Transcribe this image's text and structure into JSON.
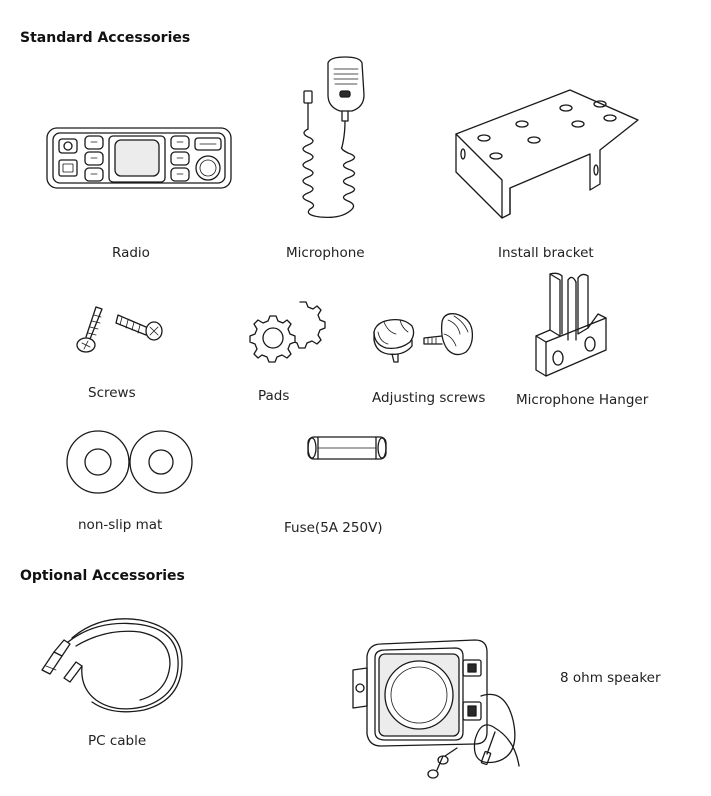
{
  "standard": {
    "heading": "Standard Accessories",
    "items": {
      "radio": "Radio",
      "microphone": "Microphone",
      "bracket": "Install bracket",
      "screws": "Screws",
      "pads": "Pads",
      "adjusting_screws": "Adjusting screws",
      "hanger": "Microphone Hanger",
      "mat": "non-slip mat",
      "fuse": "Fuse(5A 250V)"
    }
  },
  "optional": {
    "heading": "Optional Accessories",
    "items": {
      "pc_cable": "PC cable",
      "speaker": "8 ohm speaker"
    }
  },
  "icons": {
    "radio": "radio-unit-icon",
    "microphone": "handheld-microphone-icon",
    "bracket": "mounting-bracket-icon",
    "screws": "screws-icon",
    "pads": "gear-pads-icon",
    "adjusting_screws": "knob-screws-icon",
    "hanger": "microphone-hanger-icon",
    "mat": "non-slip-mat-icon",
    "fuse": "fuse-icon",
    "pc_cable": "usb-cable-icon",
    "speaker": "external-speaker-icon"
  }
}
